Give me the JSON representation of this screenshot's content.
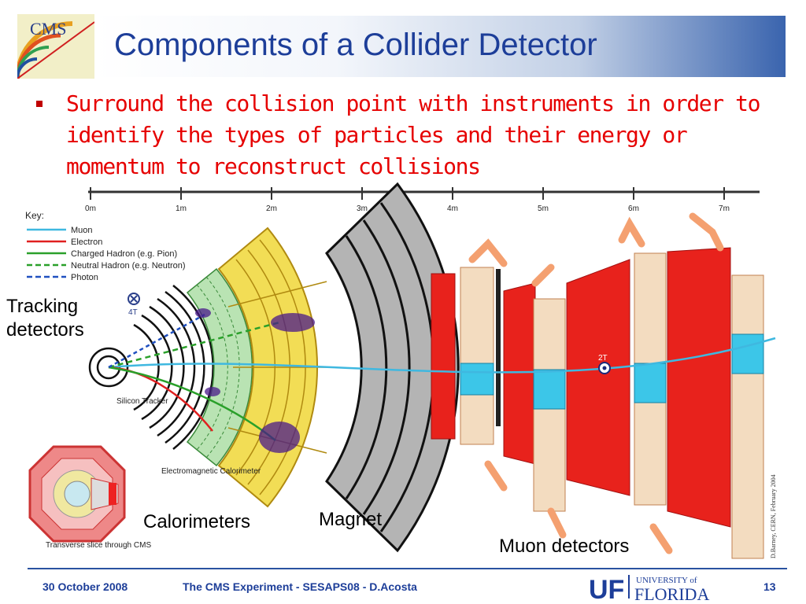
{
  "slide": {
    "title": "Components of a Collider Detector",
    "bullet": "Surround the collision point with instruments in order to identify the types of particles and their energy or momentum to reconstruct collisions"
  },
  "logo": {
    "text": "CMS"
  },
  "scale": {
    "ticks": [
      "0m",
      "1m",
      "2m",
      "3m",
      "4m",
      "5m",
      "6m",
      "7m"
    ]
  },
  "key": {
    "title": "Key:",
    "items": [
      {
        "label": "Muon",
        "color": "#3fb8e0",
        "style": "solid"
      },
      {
        "label": "Electron",
        "color": "#e02020",
        "style": "solid"
      },
      {
        "label": "Charged Hadron (e.g. Pion)",
        "color": "#2aa02a",
        "style": "solid"
      },
      {
        "label": "Neutral Hadron (e.g. Neutron)",
        "color": "#2aa02a",
        "style": "dashed"
      },
      {
        "label": "Photon",
        "color": "#2050c0",
        "style": "dashed"
      }
    ]
  },
  "diagram_labels": {
    "tracking": "Tracking detectors",
    "field_inner": "4T",
    "field_outer": "2T",
    "silicon_tracker": "Silicon Tracker",
    "em_calorimeter": "Electromagnetic Calorimeter",
    "calorimeters": "Calorimeters",
    "magnet": "Magnet",
    "muon_detectors": "Muon detectors",
    "transverse": "Transverse slice through CMS",
    "credit": "D.Barney, CERN, February 2004"
  },
  "footer": {
    "date": "30 October 2008",
    "talk": "The CMS Experiment - SESAPS08 - D.Acosta",
    "uf": "UF",
    "university": "UNIVERSITY of",
    "florida": "FLORIDA",
    "page": "13"
  },
  "colors": {
    "title": "#1d3e99",
    "bullet": "#e60000",
    "muon_red": "#e8221c",
    "calorimeter_yellow": "#f2dd55"
  }
}
